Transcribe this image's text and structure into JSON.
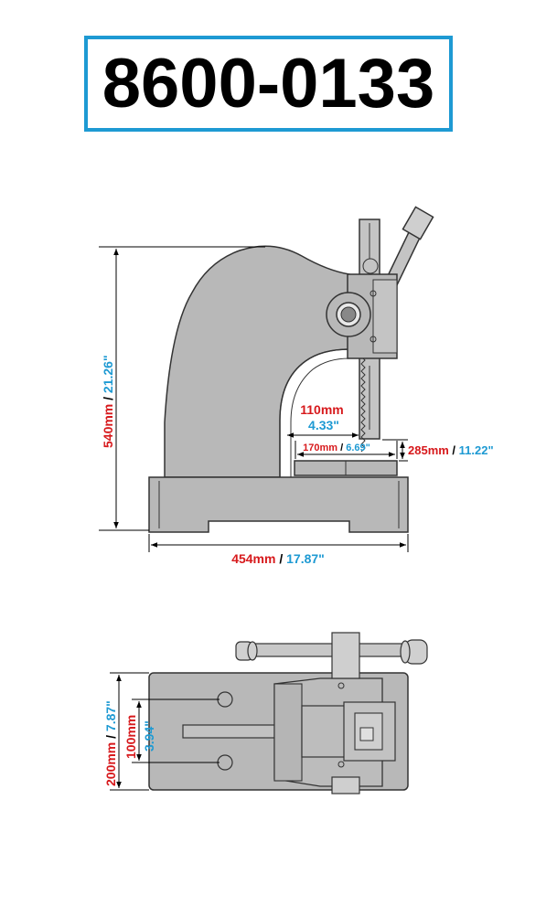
{
  "title": "8600-0133",
  "colors": {
    "mm": "#d7191c",
    "inch": "#1e9ad3",
    "body": "#b8b8b8",
    "outline": "#333333",
    "frame": "#1e9ad3"
  },
  "side_view": {
    "height": {
      "mm": "540mm",
      "sep": " / ",
      "in": "21.26\""
    },
    "width": {
      "mm": "454mm",
      "sep": " / ",
      "in": "17.87\""
    },
    "throat": {
      "mm": "110mm",
      "in": "4.33\""
    },
    "table": {
      "mm": "170mm",
      "sep": " / ",
      "in": "6.69\""
    },
    "stroke": {
      "mm": "285mm",
      "sep": " / ",
      "in": "11.22\""
    }
  },
  "top_view": {
    "depth": {
      "mm": "200mm",
      "sep": " / ",
      "in": "7.87\""
    },
    "hole_spacing": {
      "mm": "100mm",
      "in": "3.94\""
    }
  }
}
